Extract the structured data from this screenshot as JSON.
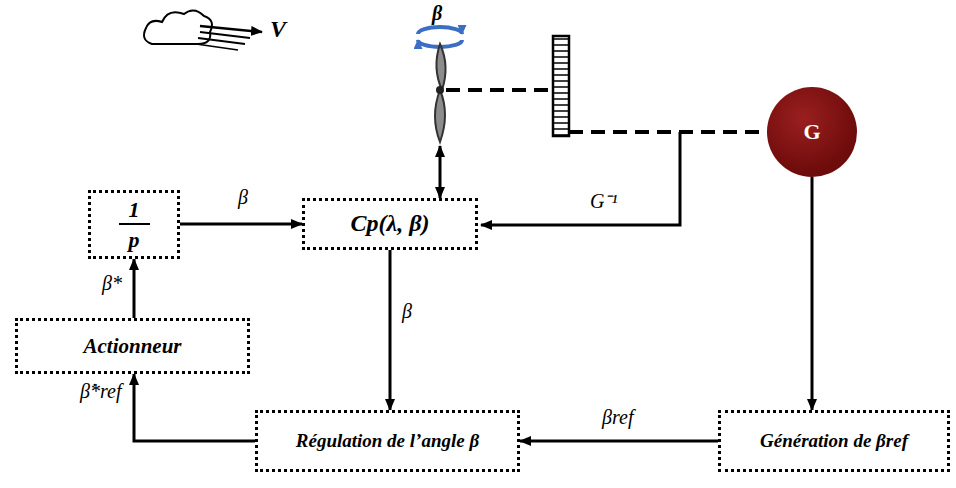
{
  "diagram": {
    "nodes": [
      {
        "text": [
          "G"
        ]
      },
      {
        "text": [
          "1",
          "p"
        ]
      },
      {
        "text": [
          "Cp(λ, β)"
        ]
      },
      {
        "text": [
          "Actionneur"
        ]
      },
      {
        "text": [
          "Régulation de l’angle β"
        ]
      },
      {
        "text": [
          "Génération de βref"
        ]
      }
    ],
    "edges": [
      {
        "from": 1,
        "to": 2,
        "label": "β",
        "arrow": "to"
      },
      {
        "from": 3,
        "to": 1,
        "label": "β*",
        "arrow": "to"
      },
      {
        "from": 4,
        "to": 3,
        "label": "β̇*ref",
        "arrow": "to"
      },
      {
        "from": 2,
        "to": 4,
        "label": "β",
        "arrow": "to"
      },
      {
        "from": 5,
        "to": 4,
        "label": "βref",
        "arrow": "to"
      },
      {
        "from": 0,
        "to": 5,
        "arrow": "to"
      }
    ],
    "labels": [
      "V",
      "β",
      "G⁻¹"
    ]
  }
}
